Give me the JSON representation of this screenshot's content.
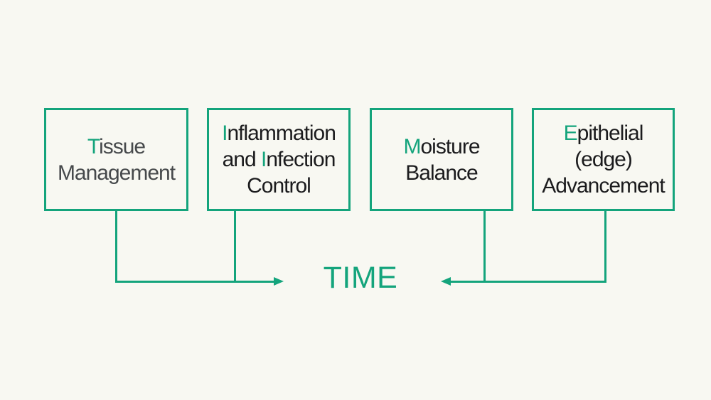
{
  "time_label": "TIME",
  "colors": {
    "accent": "#14a47c",
    "bg": "#f8f8f2",
    "textDark": "#1b1b1d",
    "textGray": "#46494b"
  },
  "boxes": [
    {
      "name": "tissue-management",
      "color_key": "textGray",
      "lines": [
        [
          {
            "t": "T",
            "accent": true
          },
          {
            "t": "issue"
          }
        ],
        [
          {
            "t": "Management"
          }
        ]
      ]
    },
    {
      "name": "inflammation-and-infection-control",
      "color_key": "textDark",
      "lines": [
        [
          {
            "t": "I",
            "accent": true
          },
          {
            "t": "nflammation"
          }
        ],
        [
          {
            "t": "and "
          },
          {
            "t": "I",
            "accent": true
          },
          {
            "t": "nfection"
          }
        ],
        [
          {
            "t": "Control"
          }
        ]
      ]
    },
    {
      "name": "moisture-balance",
      "color_key": "textDark",
      "lines": [
        [
          {
            "t": "M",
            "accent": true
          },
          {
            "t": "oisture"
          }
        ],
        [
          {
            "t": "Balance"
          }
        ]
      ]
    },
    {
      "name": "epithelial-edge-advancement",
      "color_key": "textDark",
      "lines": [
        [
          {
            "t": "E",
            "accent": true
          },
          {
            "t": "pithelial"
          }
        ],
        [
          {
            "t": "(edge)"
          }
        ],
        [
          {
            "t": "Advancement"
          }
        ]
      ]
    }
  ]
}
